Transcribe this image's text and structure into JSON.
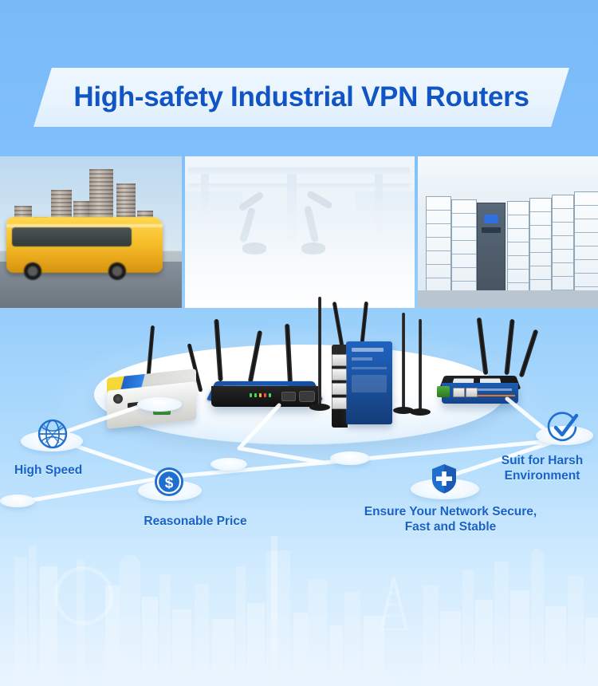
{
  "banner": {
    "title": "High-safety Industrial VPN Routers",
    "title_color": "#1155c4",
    "background_color": "#7dbdfa",
    "plate_color": "#eaf4fe"
  },
  "photos": [
    {
      "name": "city-bus-photo",
      "caption": "City bus in motion with high-rise apartment towers"
    },
    {
      "name": "factory-automation-photo",
      "caption": "Robotic arm assembly line inside a factory"
    },
    {
      "name": "smart-lockers-photo",
      "caption": "Bank of smart parcel lockers with control kiosk"
    }
  ],
  "stage": {
    "name": "product-podium",
    "devices": [
      {
        "name": "compact-industrial-dtu",
        "antennas": 2
      },
      {
        "name": "desktop-vpn-router",
        "antennas": 3
      },
      {
        "name": "din-rail-industrial-router",
        "antennas": 2
      },
      {
        "name": "compact-vpn-router",
        "antennas": 3
      }
    ]
  },
  "features": [
    {
      "id": "high-speed",
      "icon": "globe-network-icon",
      "label": "High Speed",
      "label_lines": [
        "High Speed"
      ]
    },
    {
      "id": "reasonable-price",
      "icon": "dollar-coin-icon",
      "label": "Reasonable Price",
      "label_lines": [
        "Reasonable Price"
      ]
    },
    {
      "id": "network-secure",
      "icon": "shield-icon",
      "label": "Ensure Your Network Secure, Fast and Stable",
      "label_lines": [
        "Ensure Your Network Secure,",
        "Fast and Stable"
      ]
    },
    {
      "id": "harsh-environment",
      "icon": "check-circle-icon",
      "label": "Suit for Harsh Environment",
      "label_lines": [
        "Suit for Harsh",
        "Environment"
      ]
    }
  ],
  "accent_colors": {
    "title_blue": "#1155c4",
    "label_blue": "#1762c8",
    "icon_blue": "#1f6fd0",
    "sky_blue": "#7dbdfa"
  }
}
